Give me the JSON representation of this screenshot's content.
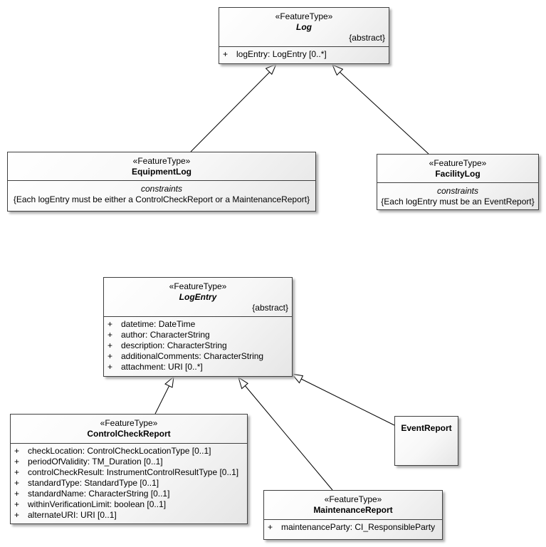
{
  "classes": {
    "log": {
      "stereotype": "«FeatureType»",
      "name": "Log",
      "abstract": "{abstract}",
      "attributes": [
        {
          "vis": "+",
          "text": "logEntry: LogEntry [0..*]"
        }
      ]
    },
    "equipmentLog": {
      "stereotype": "«FeatureType»",
      "name": "EquipmentLog",
      "constraints_heading": "constraints",
      "constraint": "{Each logEntry must be either a ControlCheckReport or a MaintenanceReport}"
    },
    "facilityLog": {
      "stereotype": "«FeatureType»",
      "name": "FacilityLog",
      "constraints_heading": "constraints",
      "constraint": "{Each logEntry must be an EventReport}"
    },
    "logEntry": {
      "stereotype": "«FeatureType»",
      "name": "LogEntry",
      "abstract": "{abstract}",
      "attributes": [
        {
          "vis": "+",
          "text": "datetime: DateTime"
        },
        {
          "vis": "+",
          "text": "author: CharacterString"
        },
        {
          "vis": "+",
          "text": "description: CharacterString"
        },
        {
          "vis": "+",
          "text": "additionalComments: CharacterString"
        },
        {
          "vis": "+",
          "text": "attachment: URI [0..*]"
        }
      ]
    },
    "controlCheckReport": {
      "stereotype": "«FeatureType»",
      "name": "ControlCheckReport",
      "attributes": [
        {
          "vis": "+",
          "text": "checkLocation: ControlCheckLocationType [0..1]"
        },
        {
          "vis": "+",
          "text": "periodOfValidity: TM_Duration [0..1]"
        },
        {
          "vis": "+",
          "text": "controlCheckResult: InstrumentControlResultType [0..1]"
        },
        {
          "vis": "+",
          "text": "standardType: StandardType [0..1]"
        },
        {
          "vis": "+",
          "text": "standardName: CharacterString [0..1]"
        },
        {
          "vis": "+",
          "text": "withinVerificationLimit: boolean [0..1]"
        },
        {
          "vis": "+",
          "text": "alternateURI: URI [0..1]"
        }
      ]
    },
    "eventReport": {
      "name": "EventReport"
    },
    "maintenanceReport": {
      "stereotype": "«FeatureType»",
      "name": "MaintenanceReport",
      "attributes": [
        {
          "vis": "+",
          "text": "maintenanceParty: CI_ResponsibleParty"
        }
      ]
    }
  },
  "relationships": [
    {
      "type": "generalization",
      "from": "EquipmentLog",
      "to": "Log"
    },
    {
      "type": "generalization",
      "from": "FacilityLog",
      "to": "Log"
    },
    {
      "type": "generalization",
      "from": "ControlCheckReport",
      "to": "LogEntry"
    },
    {
      "type": "generalization",
      "from": "MaintenanceReport",
      "to": "LogEntry"
    },
    {
      "type": "generalization",
      "from": "EventReport",
      "to": "LogEntry"
    }
  ]
}
